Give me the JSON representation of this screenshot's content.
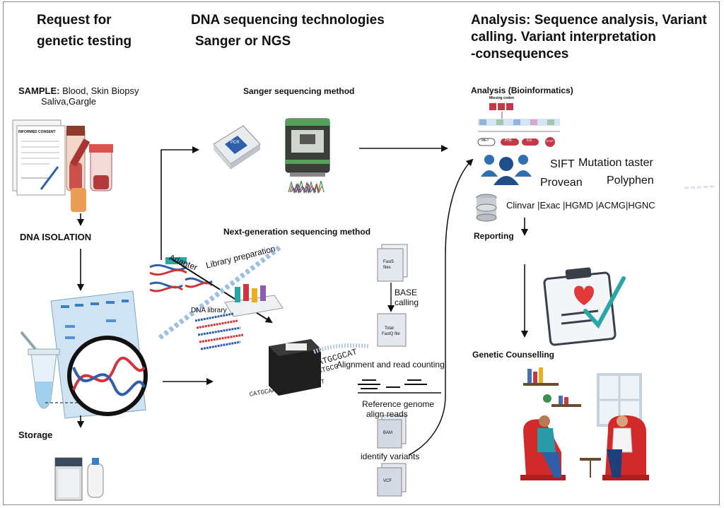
{
  "columns": {
    "request_title": [
      "Request for",
      "genetic testing"
    ],
    "sequencing_title": [
      "DNA sequencing technologies",
      "Sanger or NGS"
    ],
    "analysis_title": [
      "Analysis: Sequence analysis, Variant",
      "calling. Variant interpretation",
      "-consequences"
    ]
  },
  "sample": {
    "label": "SAMPLE:",
    "types_line1": " Blood, Skin Biopsy",
    "types_line2": "Saliva,Gargle",
    "consent_title": "INFORMED CONSENT"
  },
  "steps": {
    "dna_isolation": "DNA ISOLATION",
    "storage": "Storage"
  },
  "sanger": {
    "title": "Sanger sequencing method",
    "pcr_label": "PCR"
  },
  "ngs": {
    "title": "Next-generation sequencing method",
    "adapter": "Adapter",
    "library_prep": "Library preparation",
    "dna_library": "DNA library",
    "fast5": [
      "Fast5",
      "files"
    ],
    "base_calling": [
      "BASE",
      "calling"
    ],
    "fastq": [
      "Total",
      "FastQ file"
    ],
    "alignment": "Alignment and read counting",
    "reference": [
      "Reference genome",
      "align reads"
    ],
    "bam": "BAM",
    "identify": "identify variants",
    "vcf": "VCF",
    "reads_text": [
      "GCATGCGCAT",
      "ATCAAATATCATGCG",
      "CATGCAAATATCATGCGCAT"
    ]
  },
  "analysis": {
    "title": "Analysis (Bioinformatics)",
    "missing_codon": "Missing codon",
    "codons": [
      "MET",
      "PHE",
      "ILE",
      "STOP"
    ],
    "tools": [
      "SIFT",
      "Mutation taster",
      "Provean",
      "Polyphen"
    ],
    "databases": "Clinvar |Exac |HGMD |ACMG|HGNC",
    "reporting": "Reporting",
    "counselling": "Genetic Counselling"
  },
  "colors": {
    "accent_blue": "#3b7fc4",
    "dna_red": "#d0353a",
    "dark_device": "#1e1e1e",
    "gel_blue": "#cfe3f3",
    "heart_red": "#e23a3a",
    "check_teal": "#2aa6a6"
  }
}
